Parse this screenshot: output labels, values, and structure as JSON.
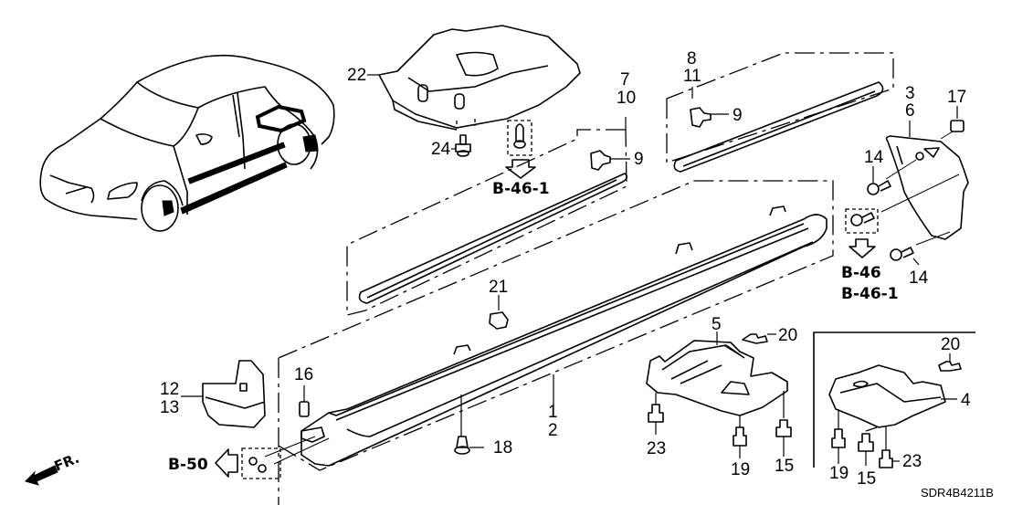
{
  "diagram": {
    "title_code": "SDR4B4211B",
    "direction_label": "FR.",
    "callouts": {
      "c1": "1",
      "c2": "2",
      "c3": "3",
      "c4": "4",
      "c5": "5",
      "c6": "6",
      "c7": "7",
      "c8": "8",
      "c9a": "9",
      "c9b": "9",
      "c10": "10",
      "c11": "11",
      "c12": "12",
      "c13": "13",
      "c14a": "14",
      "c14b": "14",
      "c15a": "15",
      "c15b": "15",
      "c16": "16",
      "c17": "17",
      "c18": "18",
      "c19a": "19",
      "c19b": "19",
      "c20a": "20",
      "c20b": "20",
      "c21": "21",
      "c22": "22",
      "c23a": "23",
      "c23b": "23",
      "c24": "24"
    },
    "references": {
      "ref_b461_top": "B-46-1",
      "ref_b46": "B-46",
      "ref_b461_right": "B-46-1",
      "ref_b50": "B-50"
    }
  }
}
